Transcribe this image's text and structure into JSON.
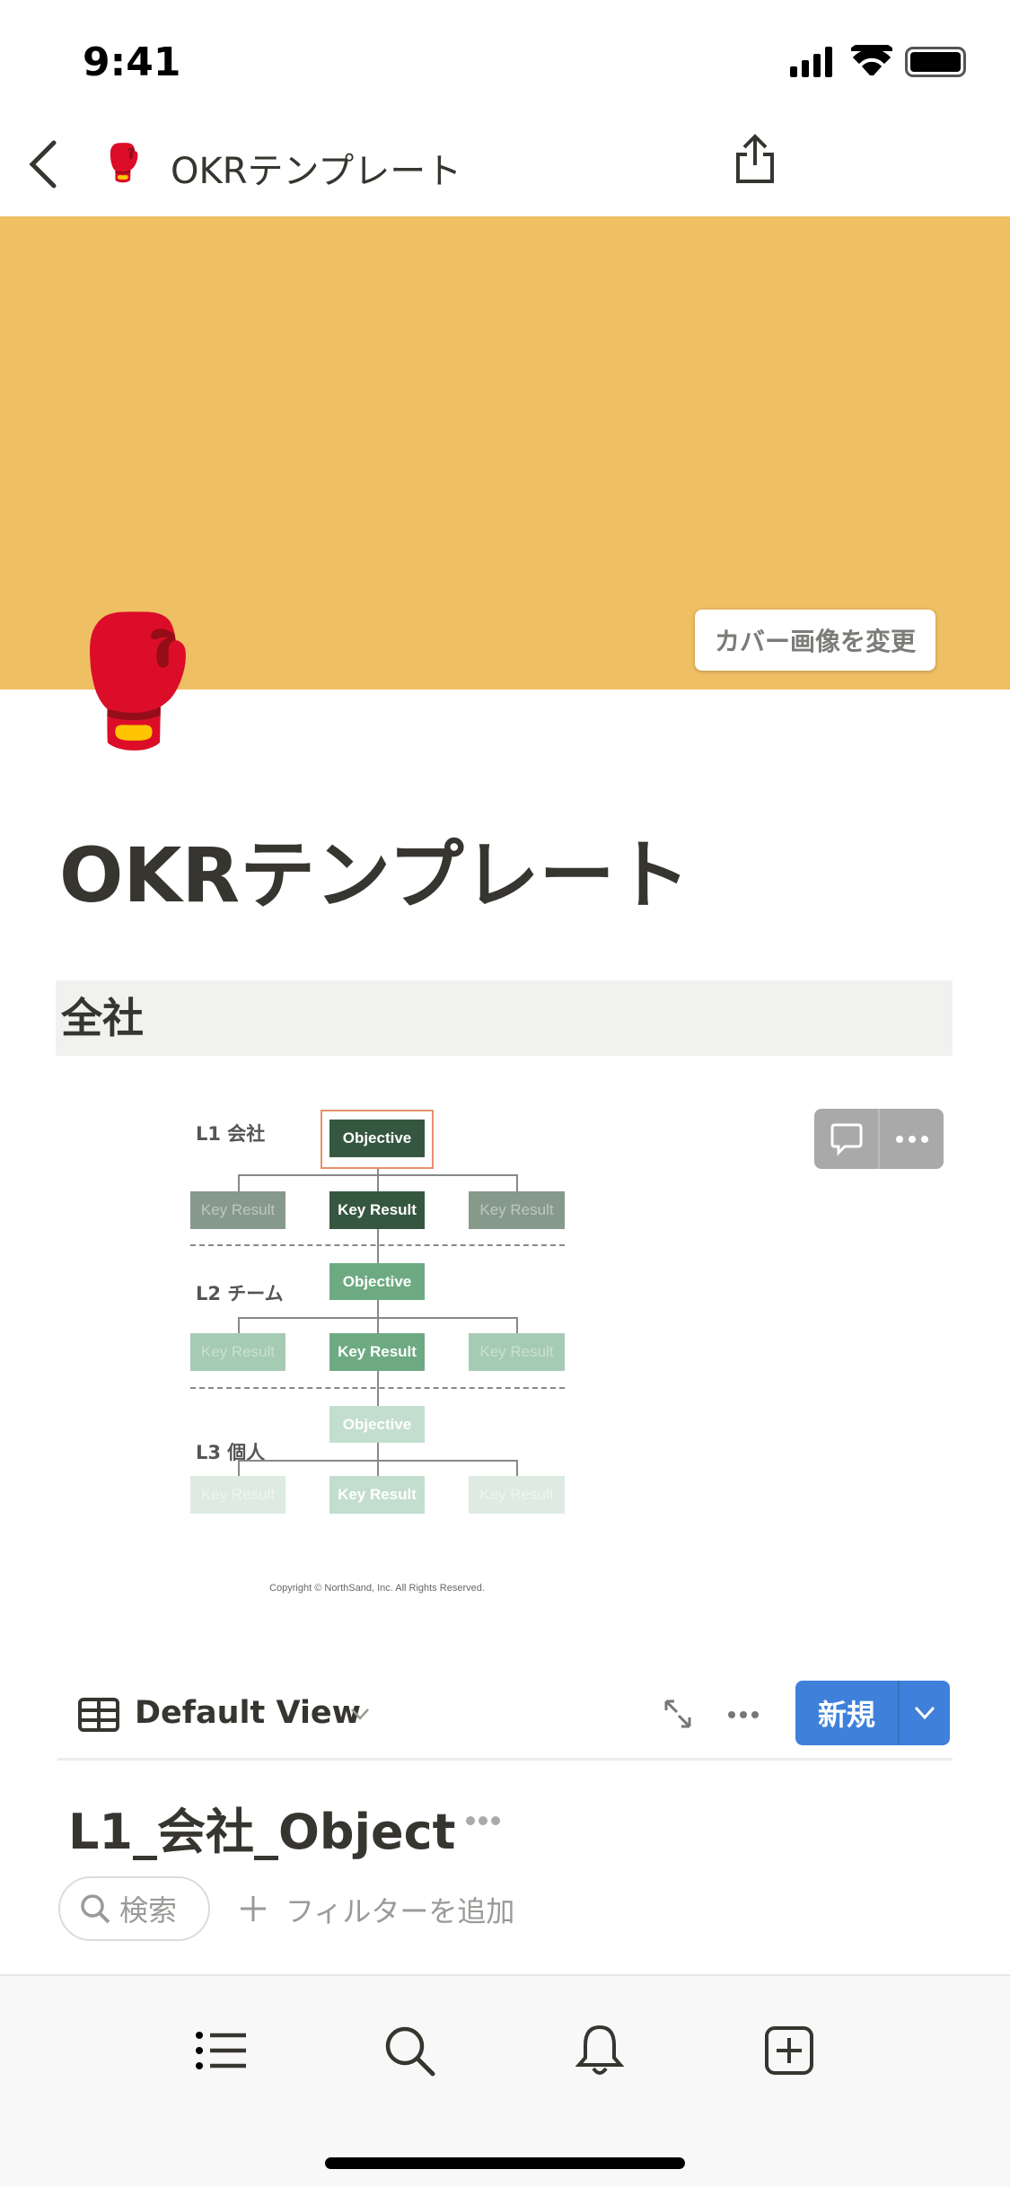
{
  "status_bar": {
    "time": "9:41"
  },
  "nav": {
    "title": "OKRテンプレート",
    "page_icon": "boxing-glove-emoji"
  },
  "cover": {
    "change_label": "カバー画像を変更",
    "color": "#EFBF63"
  },
  "page": {
    "title": "OKRテンプレート",
    "heading": "全社"
  },
  "diagram": {
    "levels": [
      "L1 会社",
      "L2 チーム",
      "L3 個人"
    ],
    "objective": "Objective",
    "key_result": "Key Result",
    "copyright": "Copyright © NorthSand, Inc. All Rights Reserved."
  },
  "database": {
    "view_label": "Default View",
    "new_label": "新規",
    "title": "L1_会社_Object",
    "search_label": "検索",
    "filter_label": "フィルターを追加"
  },
  "colors": {
    "accent": "#3F80DA"
  }
}
